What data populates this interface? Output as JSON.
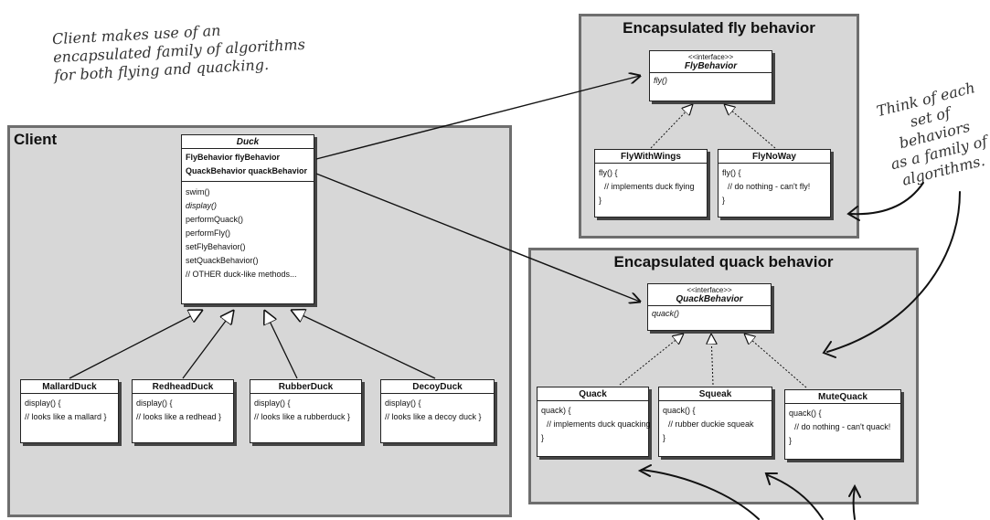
{
  "notes": {
    "client": [
      "Client makes use of an",
      "encapsulated family of algorithms",
      "for both flying and quacking."
    ],
    "family": [
      "Think of each",
      "set of behaviors",
      "as a family of",
      "algorithms."
    ]
  },
  "panels": {
    "client": "Client",
    "fly": "Encapsulated fly behavior",
    "quack": "Encapsulated quack behavior"
  },
  "duck": {
    "name": "Duck",
    "fields": [
      "FlyBehavior flyBehavior",
      "QuackBehavior quackBehavior"
    ],
    "methods": [
      "swim()",
      "display()",
      "performQuack()",
      "performFly()",
      "setFlyBehavior()",
      "setQuackBehavior()",
      "// OTHER duck-like methods..."
    ]
  },
  "subclasses": [
    {
      "name": "MallardDuck",
      "lines": [
        "display() {",
        "// looks like a mallard }"
      ]
    },
    {
      "name": "RedheadDuck",
      "lines": [
        "display() {",
        "// looks like a redhead }"
      ]
    },
    {
      "name": "RubberDuck",
      "lines": [
        "display() {",
        "// looks like a rubberduck }"
      ]
    },
    {
      "name": "DecoyDuck",
      "lines": [
        "display() {",
        "// looks like a decoy duck }"
      ]
    }
  ],
  "fly_interface": {
    "stereotype": "<<interface>>",
    "name": "FlyBehavior",
    "method": "fly()"
  },
  "fly_impls": [
    {
      "name": "FlyWithWings",
      "lines": [
        "fly() {",
        "// implements duck flying",
        "}"
      ]
    },
    {
      "name": "FlyNoWay",
      "lines": [
        "fly() {",
        "// do nothing - can't fly!",
        "}"
      ]
    }
  ],
  "quack_interface": {
    "stereotype": "<<interface>>",
    "name": "QuackBehavior",
    "method": "quack()"
  },
  "quack_impls": [
    {
      "name": "Quack",
      "lines": [
        "quack) {",
        "// implements duck quacking",
        "}"
      ]
    },
    {
      "name": "Squeak",
      "lines": [
        "quack() {",
        "// rubber duckie squeak",
        "}"
      ]
    },
    {
      "name": "MuteQuack",
      "lines": [
        "quack() {",
        "// do nothing - can't quack!",
        "}"
      ]
    }
  ]
}
